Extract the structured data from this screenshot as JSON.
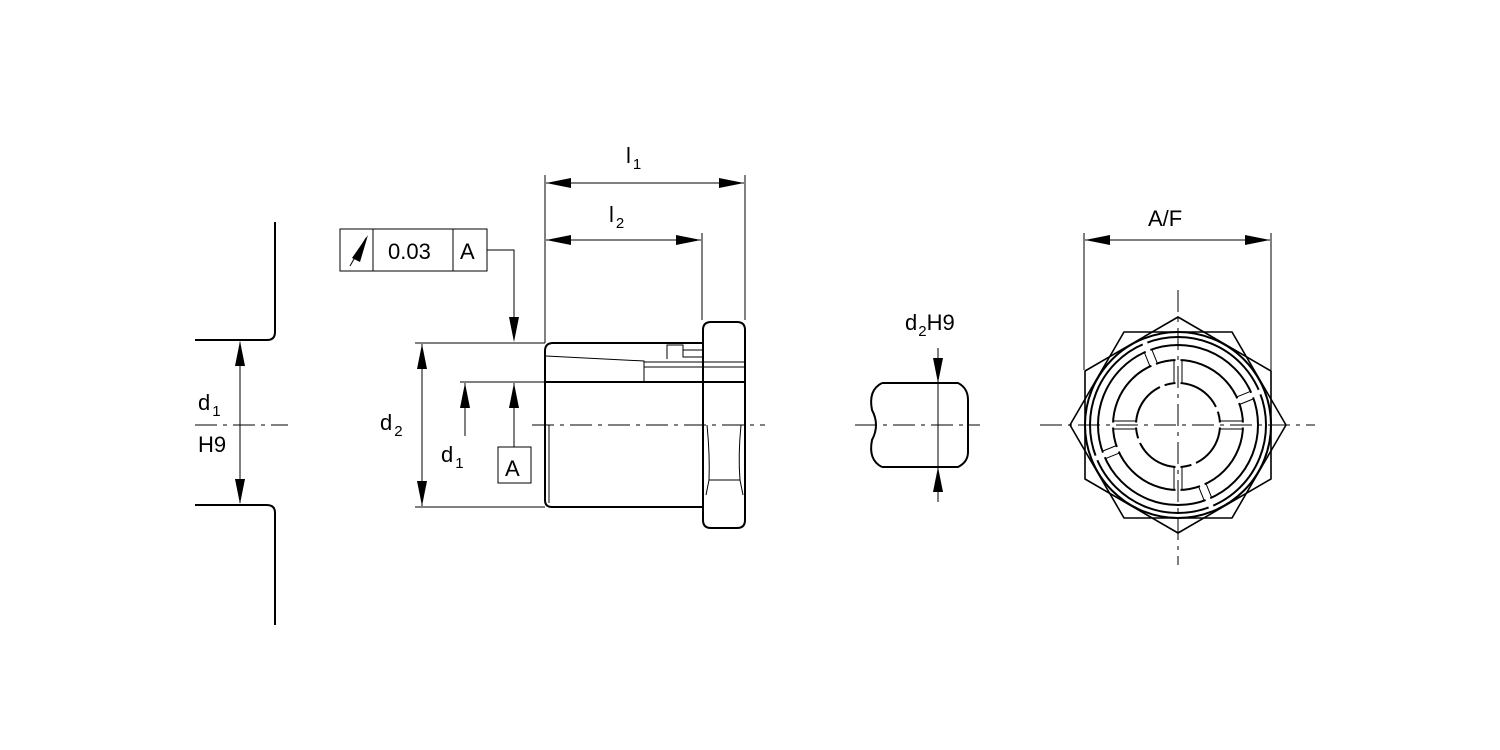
{
  "hole_view": {
    "label_d": "d",
    "label_d_sub": "1",
    "label_tol": "H9"
  },
  "bush_view": {
    "l1": {
      "main": "l",
      "sub": "1"
    },
    "l2": {
      "main": "l",
      "sub": "2"
    },
    "d2": {
      "main": "d",
      "sub": "2"
    },
    "d1": {
      "main": "d",
      "sub": "1"
    },
    "tolerance_frame": {
      "symbol": "circular-runout-icon",
      "value": "0.03",
      "datum": "A"
    },
    "datum_label": "A"
  },
  "shaft_view": {
    "main": "d",
    "sub": "2",
    "tol": "H9"
  },
  "end_view": {
    "label": "A/F"
  }
}
